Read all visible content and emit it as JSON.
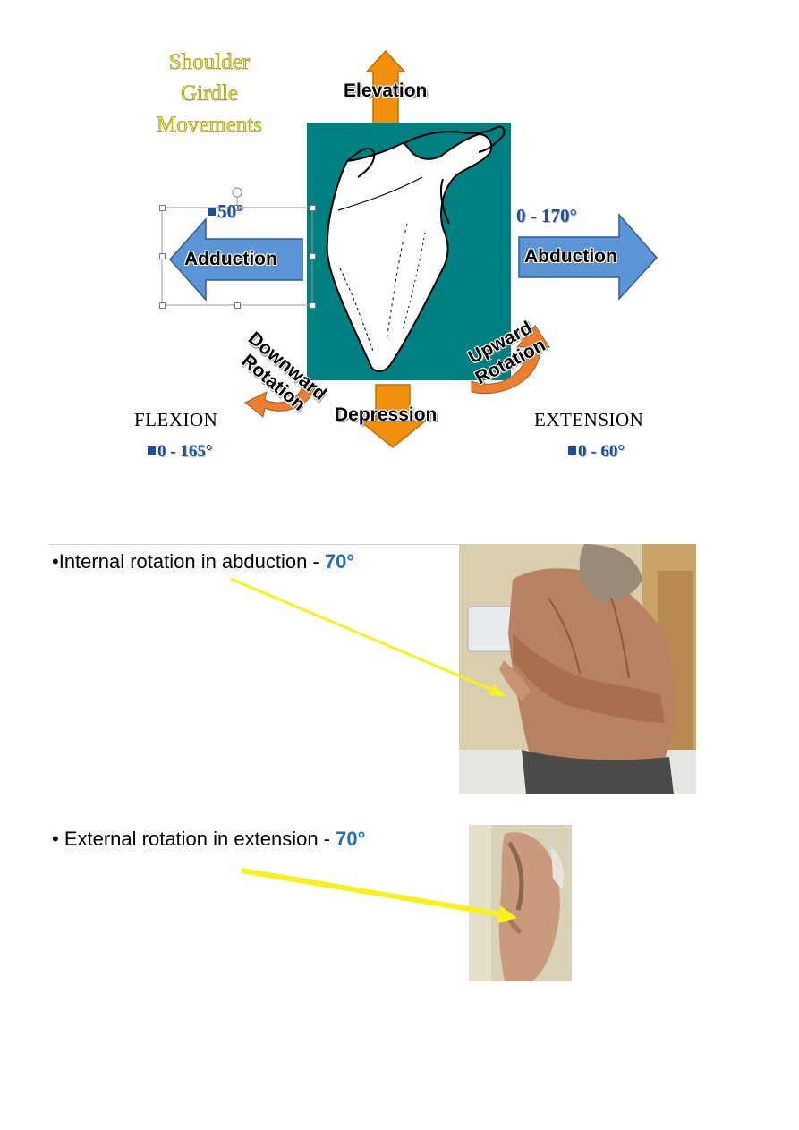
{
  "diagram": {
    "title_lines": [
      "Shoulder",
      "Girdle",
      "Movements"
    ],
    "movements": {
      "elevation": "Elevation",
      "depression": "Depression",
      "adduction": "Adduction",
      "abduction": "Abduction",
      "upward_rotation": "Upward Rotation",
      "downward_rotation": "Downward Rotation",
      "flexion": "FLEXION",
      "extension": "EXTENSION"
    },
    "ranges": {
      "adduction": "50°",
      "abduction": "0 - 170°",
      "flexion": "0 - 165°",
      "extension": "0 - 60°"
    },
    "colors": {
      "panel_teal": "#008080",
      "orange_arrow": "#f0900c",
      "blue_arrow": "#5b95d6",
      "title_yellow": "#f2ea33",
      "degree_blue": "#1f4e96",
      "yellow_pointer": "#f7f21a"
    }
  },
  "rotations": {
    "internal": {
      "text": "Internal rotation in abduction - ",
      "value": "70°"
    },
    "external": {
      "text": "External rotation in extension - ",
      "value": "70°"
    }
  }
}
